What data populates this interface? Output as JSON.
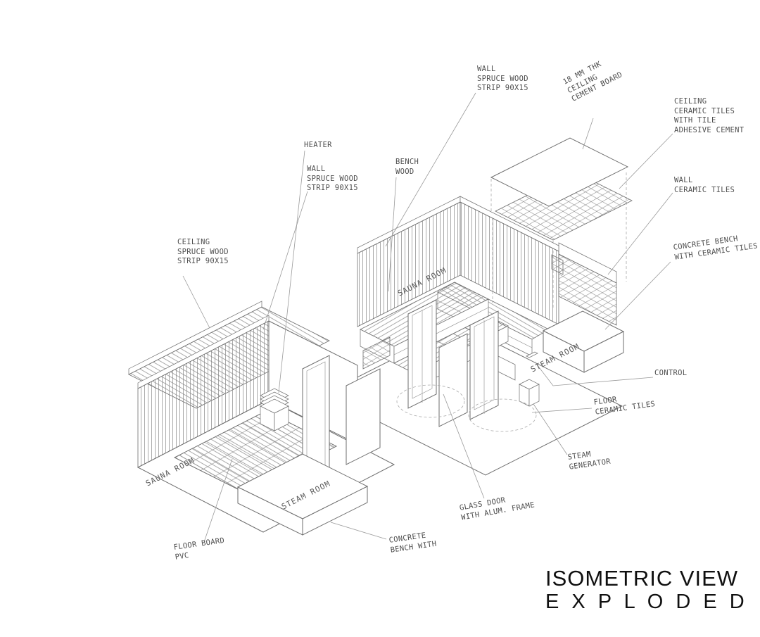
{
  "title": {
    "line1": "ISOMETRIC VIEW",
    "line2": "E X P L O D E D"
  },
  "labels": {
    "wall_spruce_top": "WALL\nSPRUCE WOOD\nSTRIP 90X15",
    "ceiling_cement_board": "18 MM THK\nCEILING\nCEMENT BOARD",
    "ceiling_ceramic_tiles": "CEILING\nCERAMIC TILES\nWITH TILE\nADHESIVE CEMENT",
    "wall_ceramic_tiles": "WALL\nCERAMIC TILES",
    "concrete_bench_ceramic": "CONCRETE BENCH\nWITH CERAMIC TILES",
    "heater": "HEATER",
    "wall_spruce_left": "WALL\nSPRUCE WOOD\nSTRIP 90X15",
    "bench_wood": "BENCH\nWOOD",
    "ceiling_spruce": "CEILING\nSPRUCE WOOD\nSTRIP 90X15",
    "sauna_room_upper": "SAUNA ROOM",
    "steam_room_upper": "STEAM ROOM",
    "control": "CONTROL",
    "floor_ceramic_tiles": "FLOOR\nCERAMIC TILES",
    "steam_generator": "STEAM\nGENERATOR",
    "sauna_room_lower": "SAUNA ROOM",
    "steam_room_lower": "STEAM ROOM",
    "glass_door": "GLASS DOOR\nWITH ALUM. FRAME",
    "floor_board_pvc": "FLOOR  BOARD\nPVC",
    "concrete_bench": "CONCRETE\nBENCH WITH"
  }
}
